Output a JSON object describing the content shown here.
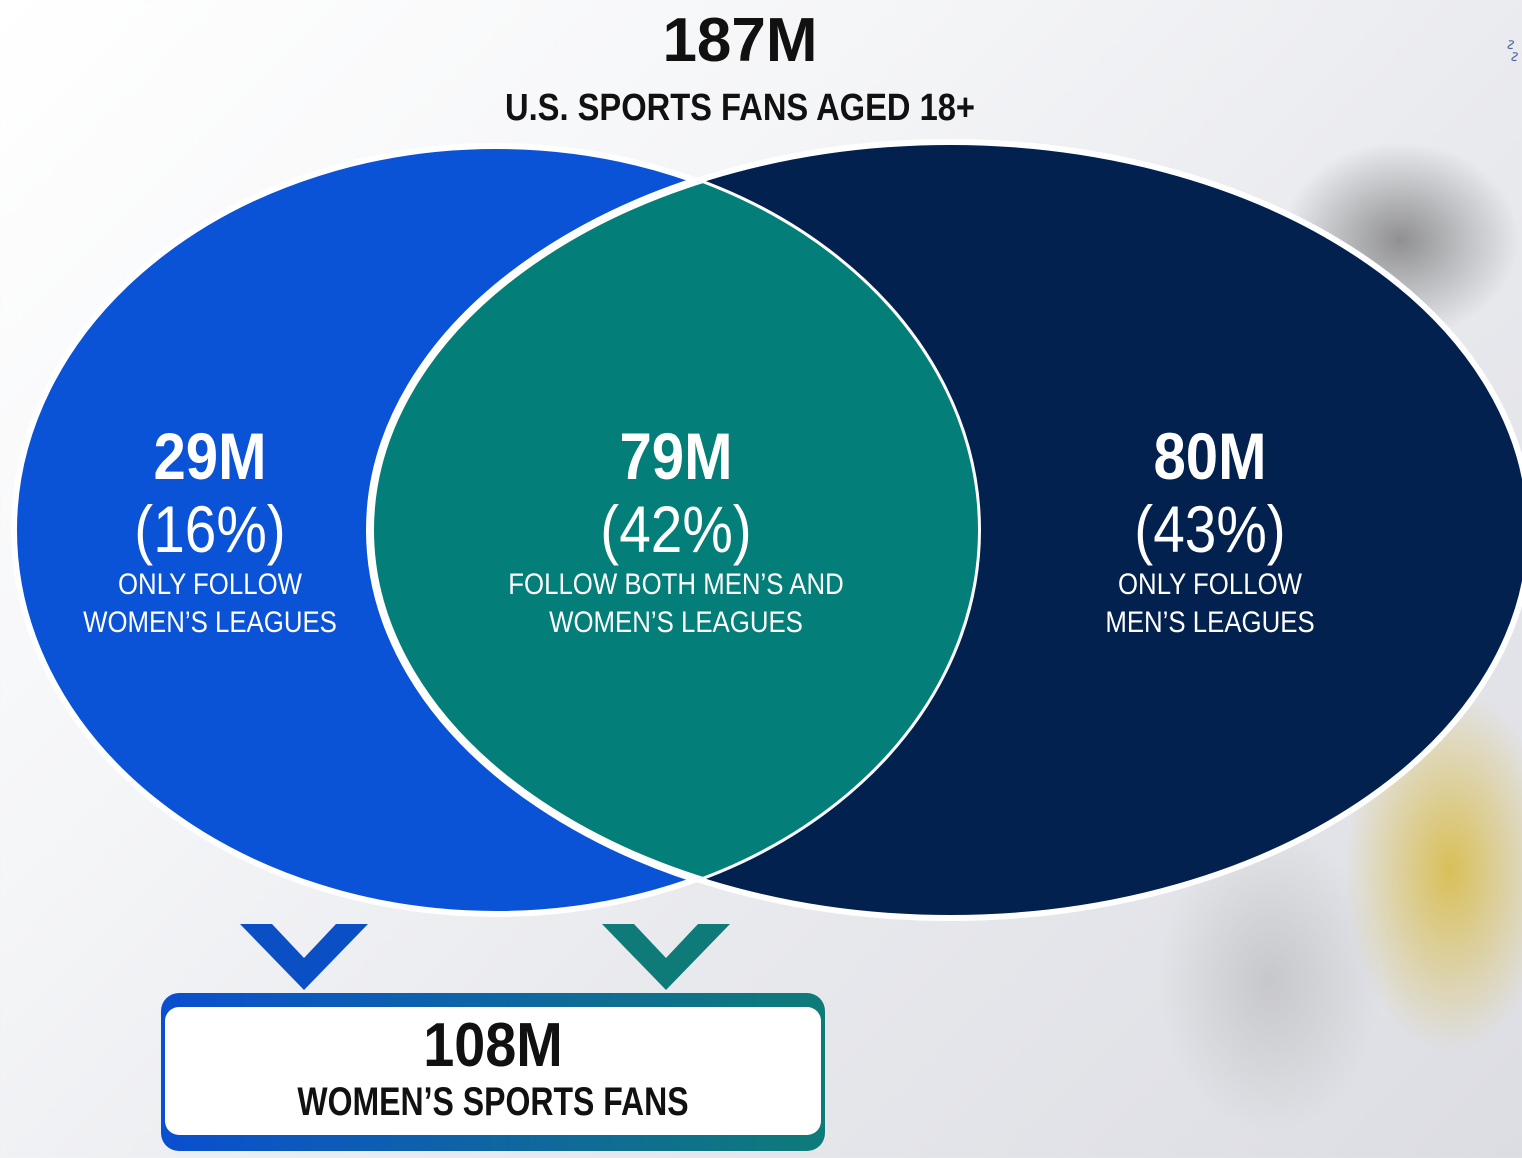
{
  "header": {
    "total": "187M",
    "subtitle": "U.S. SPORTS FANS AGED 18+"
  },
  "regions": {
    "women_only": {
      "value": "29M",
      "percent": "(16%)",
      "description": "ONLY FOLLOW\nWOMEN’S LEAGUES"
    },
    "both": {
      "value": "79M",
      "percent": "(42%)",
      "description": "FOLLOW BOTH MEN’S AND\nWOMEN’S LEAGUES"
    },
    "men_only": {
      "value": "80M",
      "percent": "(43%)",
      "description": "ONLY FOLLOW\nMEN’S LEAGUES"
    }
  },
  "result": {
    "value": "108M",
    "label": "WOMEN’S SPORTS FANS"
  },
  "colors": {
    "women_circle": "#0a52d6",
    "men_circle": "#03214f",
    "overlap": "#037e78",
    "outline": "#ffffff"
  },
  "icons": [
    "chevron-down-icon",
    "chevron-down-icon"
  ]
}
